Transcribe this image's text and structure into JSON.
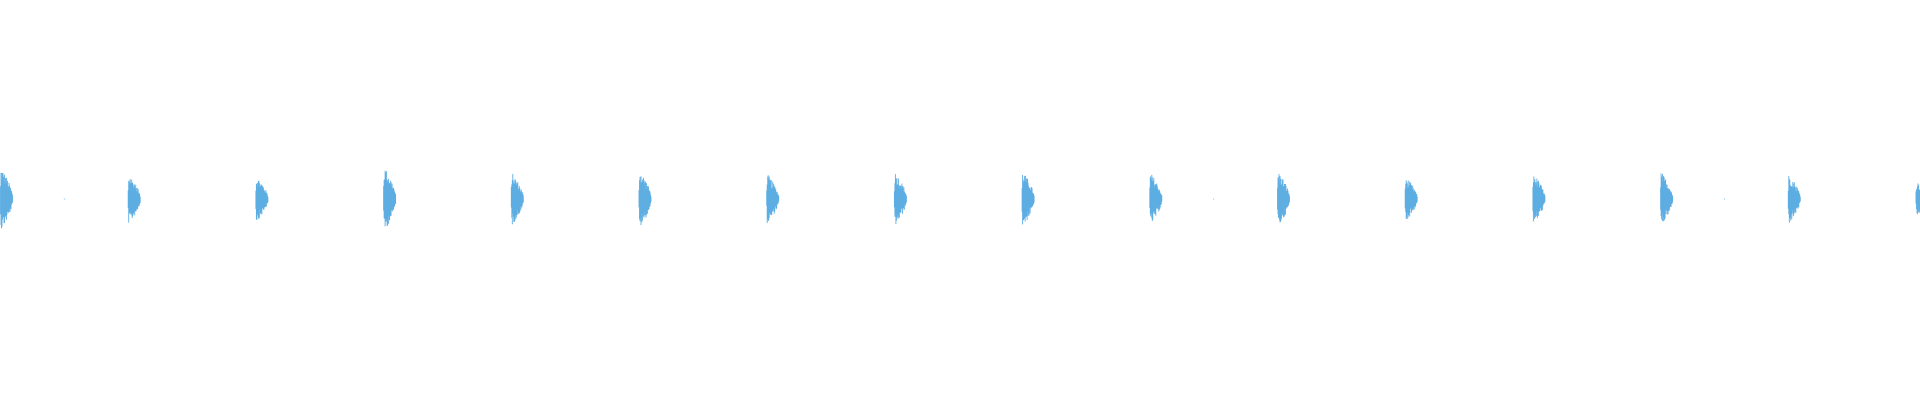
{
  "waveform": {
    "color": "#5dade2",
    "background": "#ffffff",
    "burst_count": 16,
    "bursts": [
      {
        "peak": 0.88,
        "shape": "decay"
      },
      {
        "peak": 0.7,
        "shape": "decay"
      },
      {
        "peak": 0.64,
        "shape": "decay"
      },
      {
        "peak": 0.92,
        "shape": "decay"
      },
      {
        "peak": 0.74,
        "shape": "decay"
      },
      {
        "peak": 0.82,
        "shape": "decay"
      },
      {
        "peak": 0.7,
        "shape": "decay"
      },
      {
        "peak": 0.76,
        "shape": "decay"
      },
      {
        "peak": 0.78,
        "shape": "decay"
      },
      {
        "peak": 0.74,
        "shape": "decay"
      },
      {
        "peak": 0.78,
        "shape": "decay"
      },
      {
        "peak": 0.62,
        "shape": "decay"
      },
      {
        "peak": 0.72,
        "shape": "decay"
      },
      {
        "peak": 0.76,
        "shape": "decay"
      },
      {
        "peak": 0.7,
        "shape": "decay"
      },
      {
        "peak": 0.5,
        "shape": "decay"
      }
    ],
    "silence_blips": [
      0.5,
      9.5,
      13.5
    ]
  }
}
